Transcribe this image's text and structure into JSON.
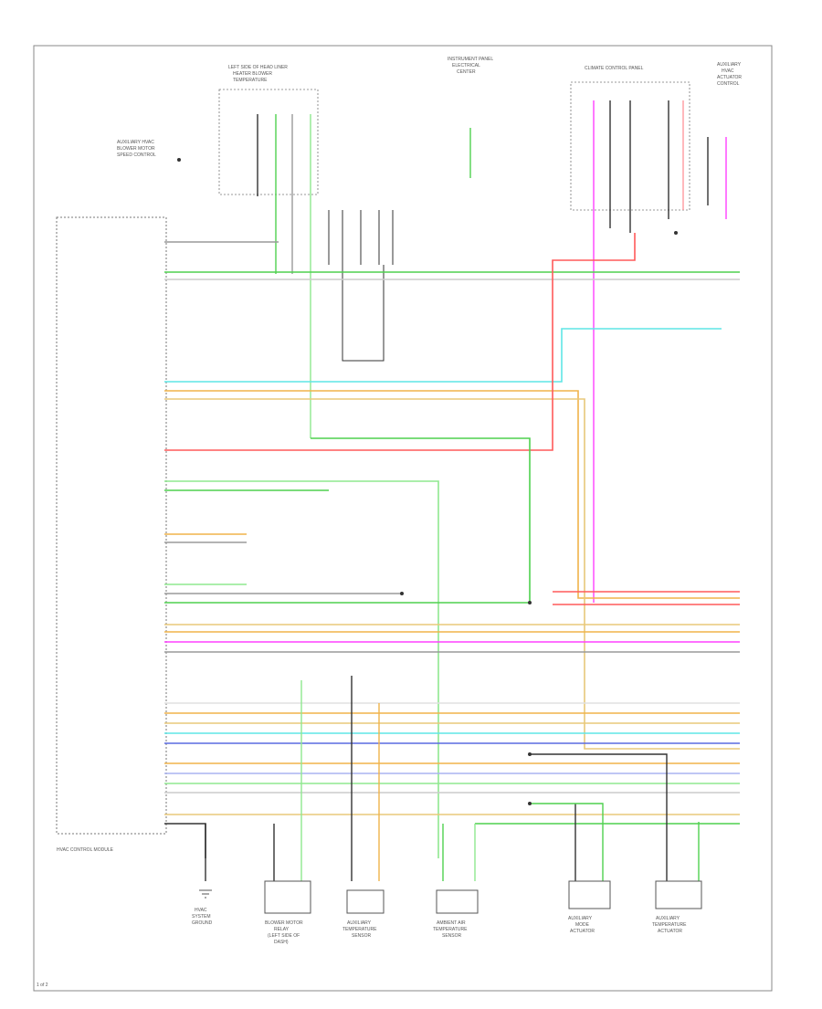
{
  "diagram": {
    "module_label": "HVAC CONTROL MODULE",
    "top_labels": {
      "left_panel": [
        "LEFT SIDE OF HEAD LINER",
        "HEATER BLOWER",
        "TEMPERATURE"
      ],
      "instrument_panel": [
        "INSTRUMENT PANEL",
        "ELECTRICAL",
        "CENTER"
      ],
      "right_panel": [
        "CLIMATE CONTROL PANEL"
      ],
      "far_right": [
        "AUXILIARY",
        "HVAC",
        "ACTUATOR",
        "CONTROL"
      ]
    },
    "left_callout": [
      "AUXILIARY HVAC",
      "BLOWER MOTOR",
      "SPEED CONTROL"
    ],
    "bottom_components": [
      {
        "id": "ground",
        "lines": [
          "HVAC",
          "SYSTEM",
          "GROUND"
        ]
      },
      {
        "id": "blower_relay",
        "lines": [
          "BLOWER MOTOR",
          "RELAY",
          "(LEFT SIDE OF",
          "DASH)"
        ]
      },
      {
        "id": "temp_sensor_1",
        "lines": [
          "AUXILIARY",
          "TEMPERATURE",
          "SENSOR"
        ]
      },
      {
        "id": "temp_sensor_2",
        "lines": [
          "AMBIENT AIR",
          "TEMPERATURE",
          "SENSOR"
        ]
      },
      {
        "id": "actuator_1",
        "lines": [
          "AUXILIARY",
          "MODE",
          "ACTUATOR"
        ]
      },
      {
        "id": "actuator_2",
        "lines": [
          "AUXILIARY",
          "TEMPERATURE",
          "ACTUATOR"
        ]
      }
    ],
    "corner_code": "1 of 2",
    "wire_colors": {
      "green": "#4fd14f",
      "light_green": "#8fe88f",
      "orange": "#f0b34a",
      "tan": "#e8c87a",
      "red": "#ff5a5a",
      "pink": "#ff9aa0",
      "magenta": "#ff40ff",
      "cyan": "#5fe6e6",
      "blue": "#5a6be0",
      "gray": "#9a9a9a",
      "black": "#333333"
    }
  }
}
